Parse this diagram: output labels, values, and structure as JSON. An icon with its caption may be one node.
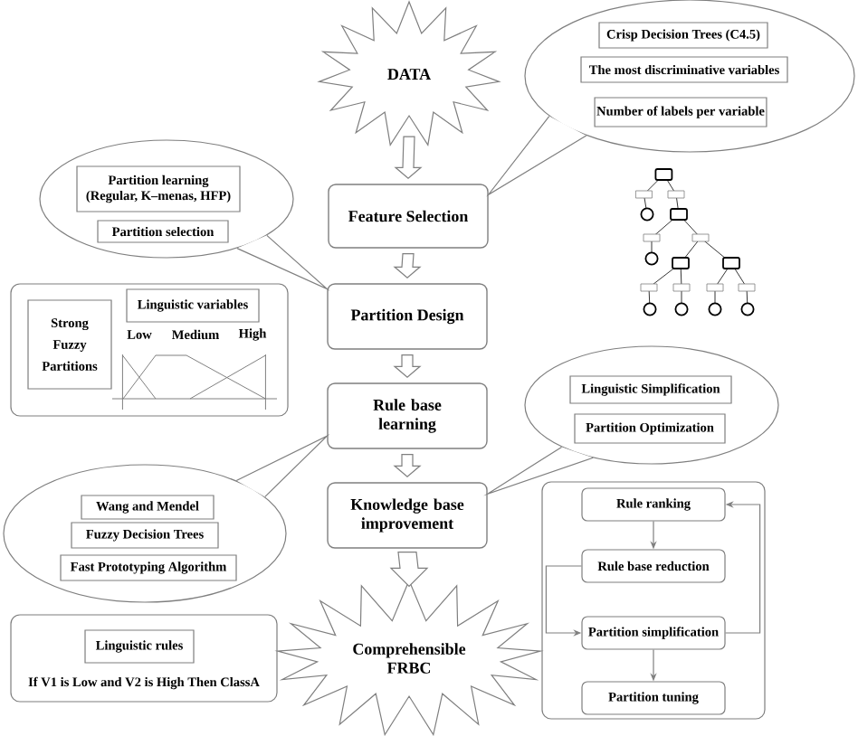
{
  "diagram": {
    "nodes": [
      {
        "text": [
          "DATA"
        ]
      },
      {
        "text": [],
        "shape": "ellipse"
      },
      {
        "text": [
          "Crisp Decision Trees (C4.5)"
        ],
        "in": 1
      },
      {
        "text": [
          "The most discriminative variables"
        ],
        "in": 1
      },
      {
        "text": [
          "Number of labels per variable"
        ],
        "in": 1
      },
      {
        "text": [],
        "shape": "ellipse"
      },
      {
        "text": [
          "Partition learning",
          "(Regular, K–menas, HFP)"
        ],
        "in": 5
      },
      {
        "text": [
          "Partition selection"
        ],
        "in": 5
      },
      {
        "text": [
          "Feature Selection"
        ]
      },
      {
        "text": [],
        "shape": "box"
      },
      {
        "text": [
          "Strong Fuzzy Partitions"
        ],
        "in": 9
      },
      {
        "text": [
          "Linguistic variables"
        ],
        "in": 9
      },
      {
        "text": [
          "Partition Design"
        ]
      },
      {
        "text": [],
        "shape": "ellipse"
      },
      {
        "text": [
          "Linguistic Simplification"
        ],
        "in": 13
      },
      {
        "text": [
          "Partition Optimization"
        ],
        "in": 13
      },
      {
        "text": [
          "Rule base learning"
        ]
      },
      {
        "text": [],
        "shape": "ellipse"
      },
      {
        "text": [
          "Wang and Mendel"
        ],
        "in": 17
      },
      {
        "text": [
          "Fuzzy Decision Trees"
        ],
        "in": 17
      },
      {
        "text": [
          "Fast Prototyping Algorithm"
        ],
        "in": 17
      },
      {
        "text": [
          "Knowledge base improvement"
        ]
      },
      {
        "text": [],
        "shape": "box"
      },
      {
        "text": [
          "Rule ranking"
        ],
        "in": 22
      },
      {
        "text": [
          "Rule base reduction"
        ],
        "in": 22
      },
      {
        "text": [
          "Partition simplification"
        ],
        "in": 22
      },
      {
        "text": [
          "Partition tuning"
        ],
        "in": 22
      },
      {
        "text": [
          "If V1 is Low and V2 is High Then ClassA"
        ]
      },
      {
        "text": [
          "Linguistic rules"
        ],
        "in": 27
      },
      {
        "text": [
          "Comprehensible FRBC"
        ]
      }
    ],
    "edges": [
      {
        "from": 0,
        "to": 8,
        "arrow": "to",
        "style": "thick"
      },
      {
        "from": 8,
        "to": 12,
        "arrow": "to",
        "style": "thick"
      },
      {
        "from": 12,
        "to": 16,
        "arrow": "to",
        "style": "thick"
      },
      {
        "from": 16,
        "to": 21,
        "arrow": "to",
        "style": "thick"
      },
      {
        "from": 21,
        "to": 29,
        "arrow": "to",
        "style": "thick"
      },
      {
        "from": 1,
        "to": 8,
        "arrow": "none"
      },
      {
        "from": 5,
        "to": 12,
        "arrow": "none"
      },
      {
        "from": 13,
        "to": 21,
        "arrow": "none"
      },
      {
        "from": 17,
        "to": 16,
        "arrow": "none"
      },
      {
        "from": 23,
        "to": 24,
        "arrow": "to"
      },
      {
        "from": 24,
        "to": 25,
        "arrow": "to"
      },
      {
        "from": 25,
        "to": 23,
        "arrow": "to"
      },
      {
        "from": 25,
        "to": 26,
        "arrow": "to"
      }
    ],
    "labels": [
      "Low",
      "Medium",
      "High"
    ]
  }
}
